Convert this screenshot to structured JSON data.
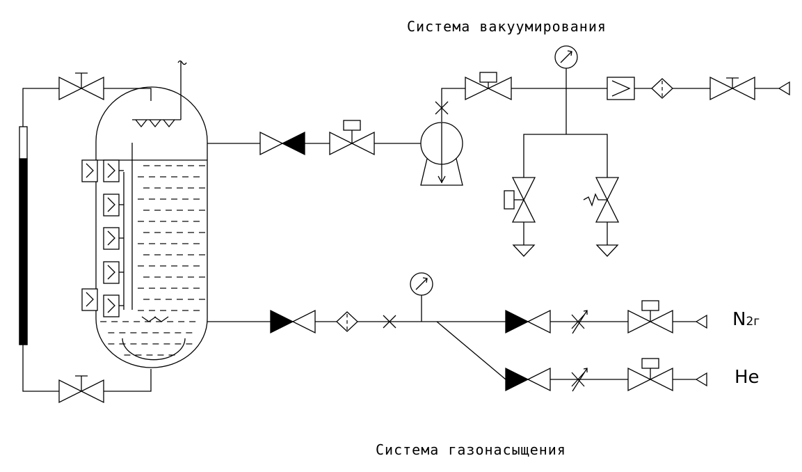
{
  "labels": {
    "vacuum_system": "Система вакуумирования",
    "gas_saturation_system": "Система газонасыщения",
    "nitrogen_main": "N",
    "nitrogen_sub": "2г",
    "helium": "He"
  },
  "colors": {
    "line": "#000000",
    "background": "#ffffff"
  }
}
